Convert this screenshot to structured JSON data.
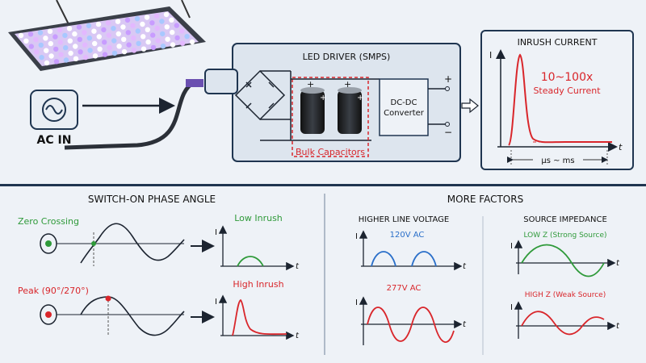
{
  "top": {
    "ac_in": "AC IN",
    "driver_title": "LED DRIVER (SMPS)",
    "dcdc_line1": "DC-DC",
    "dcdc_line2": "Converter",
    "bulk_caps": "Bulk Capacitors",
    "plus": "+",
    "minus": "−",
    "inrush_title": "INRUSH CURRENT",
    "ratio": "10~100x",
    "ratio_sub": "Steady Current",
    "time_span": "μs ~ ms",
    "axis_i": "I",
    "axis_t": "t"
  },
  "phase": {
    "title": "SWITCH-ON PHASE ANGLE",
    "zero_label": "Zero Crossing",
    "peak_label": "Peak (90°/270°)",
    "low_label": "Low Inrush",
    "high_label": "High Inrush"
  },
  "factors": {
    "title": "MORE FACTORS",
    "voltage_title": "HIGHER LINE VOLTAGE",
    "v120": "120V AC",
    "v277": "277V AC",
    "impedance_title": "SOURCE IMPEDANCE",
    "lowz": "LOW Z (Strong Source)",
    "highz": "HIGH Z (Weak Source)"
  },
  "colors": {
    "red": "#d9262b",
    "green": "#2f9a3a",
    "blue": "#2a6fc9",
    "navy": "#1f3550"
  }
}
